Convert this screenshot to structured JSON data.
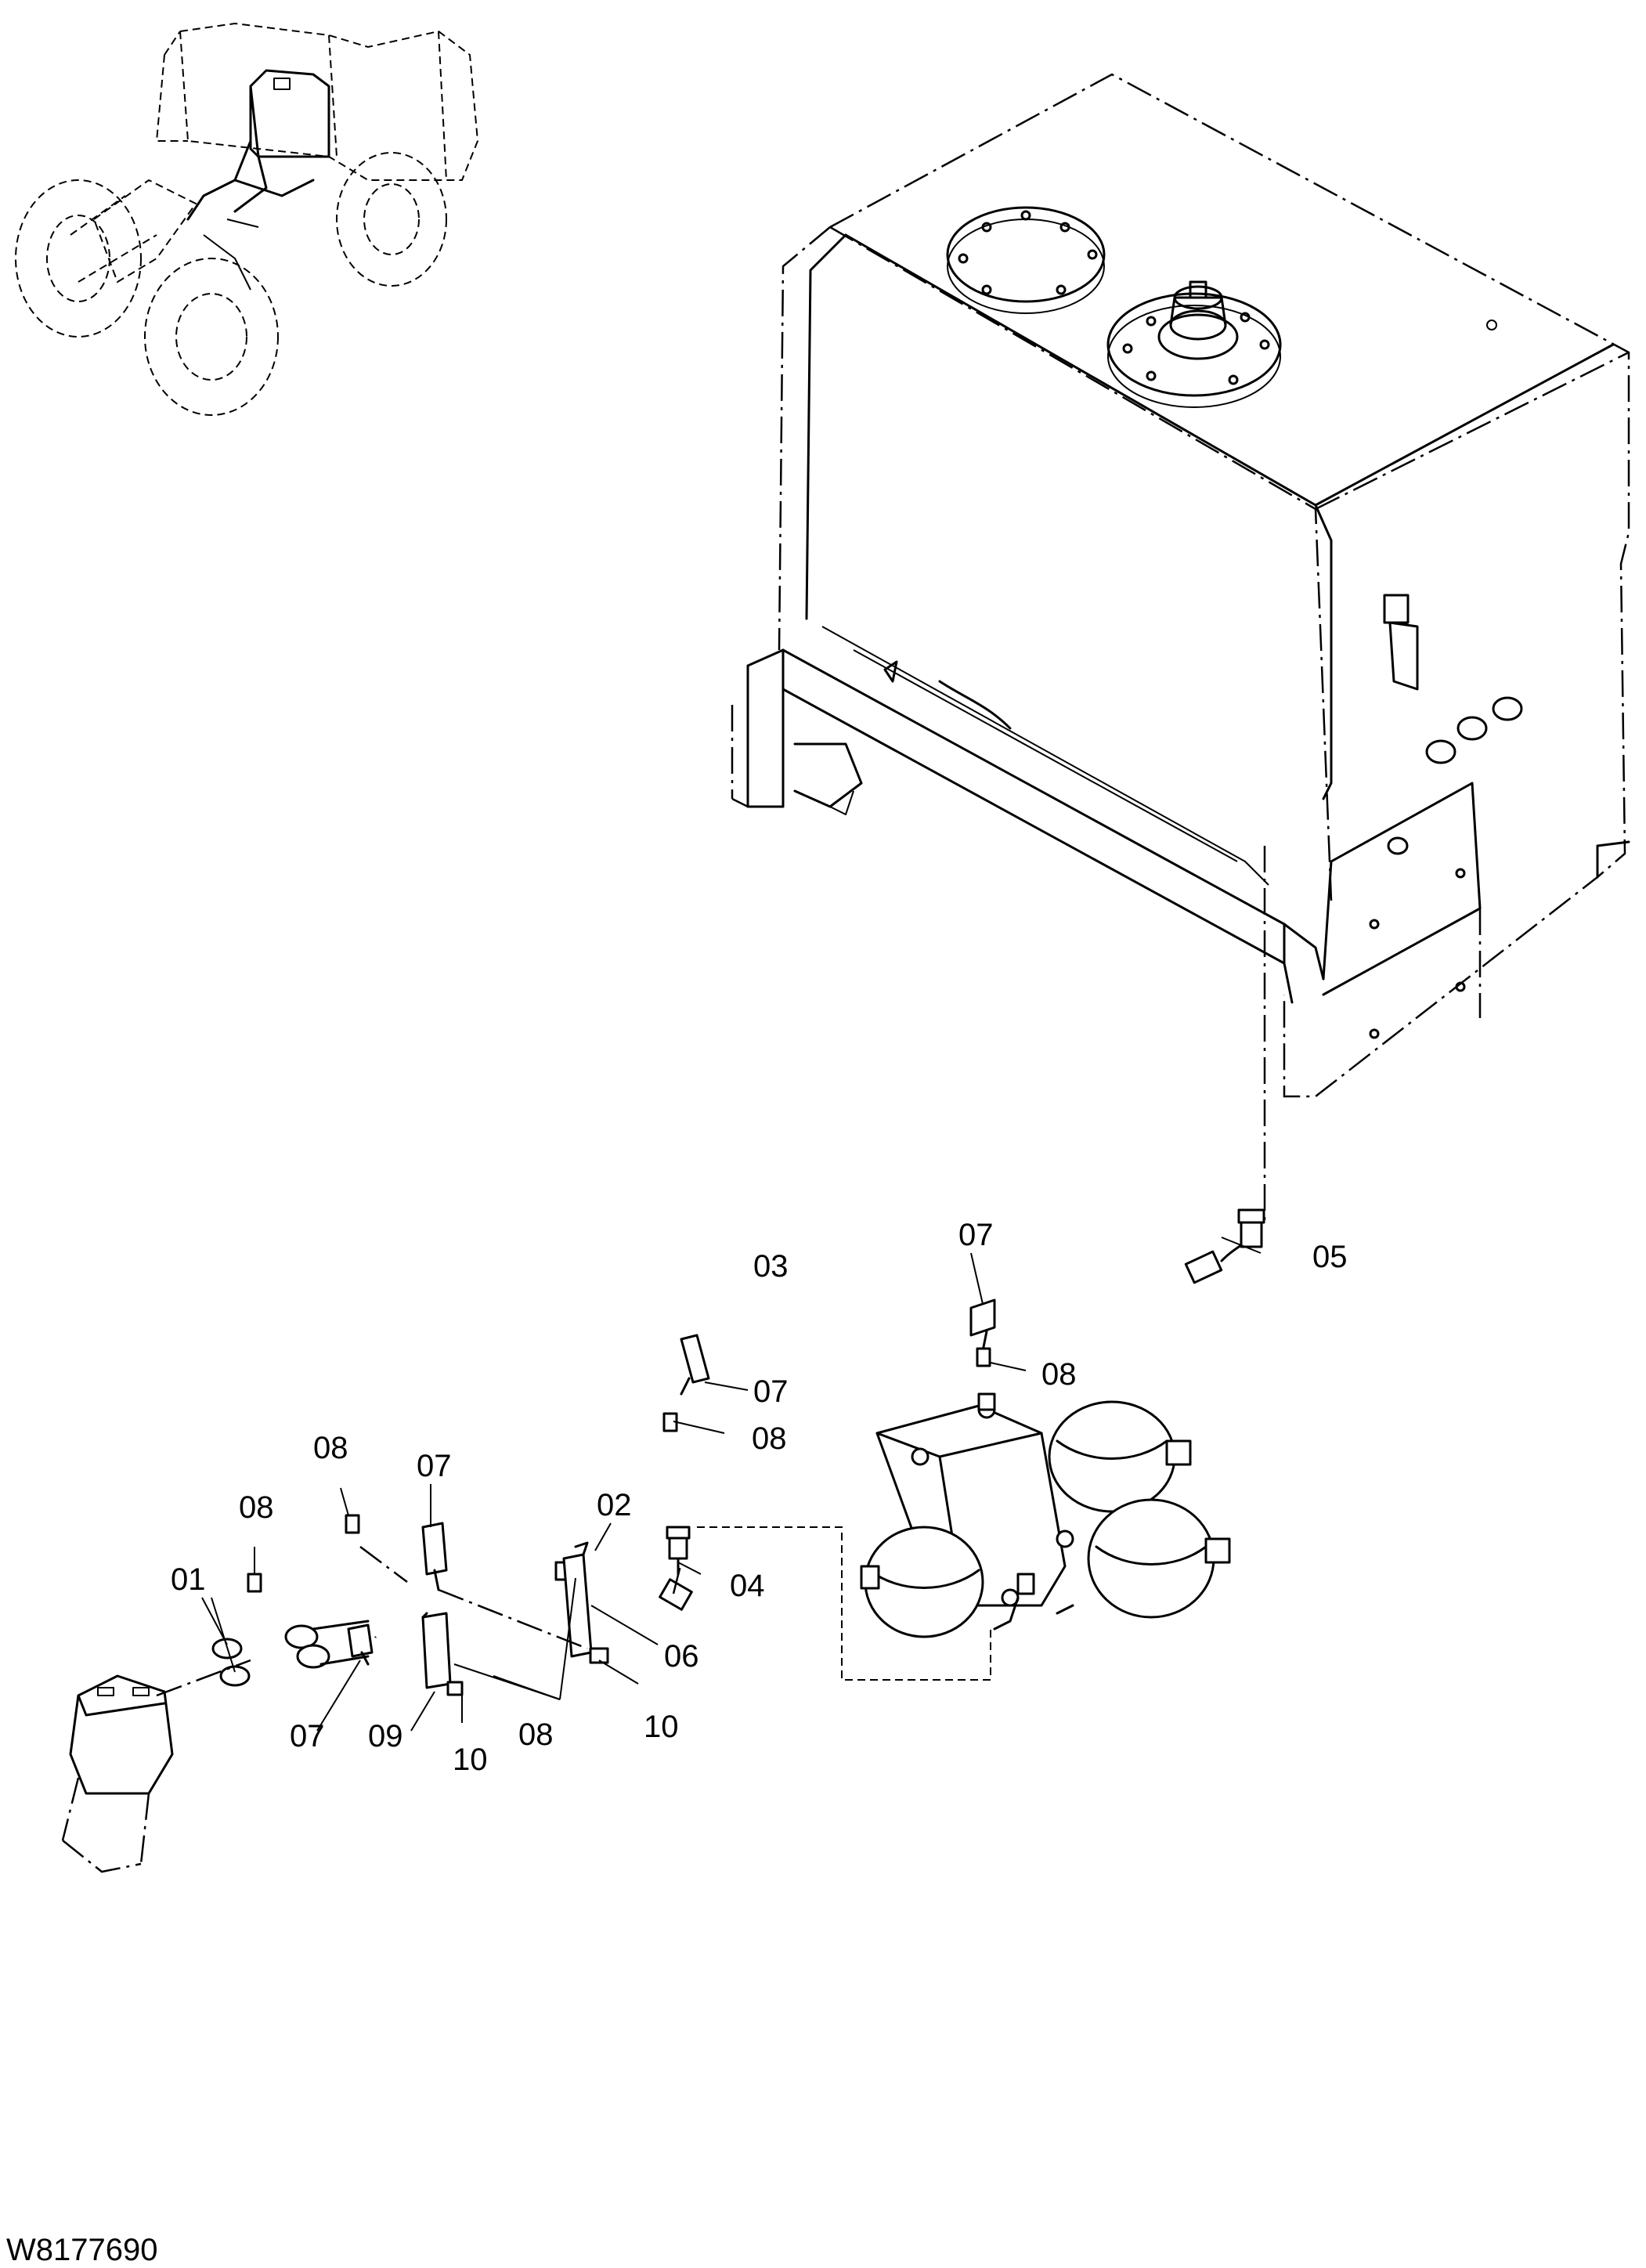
{
  "drawing_number": "W8177690",
  "callouts": [
    {
      "id": "c01",
      "text": "01"
    },
    {
      "id": "c02",
      "text": "02"
    },
    {
      "id": "c03",
      "text": "03"
    },
    {
      "id": "c04",
      "text": "04"
    },
    {
      "id": "c05",
      "text": "05"
    },
    {
      "id": "c06",
      "text": "06"
    },
    {
      "id": "c07a",
      "text": "07"
    },
    {
      "id": "c07b",
      "text": "07"
    },
    {
      "id": "c07c",
      "text": "07"
    },
    {
      "id": "c07d",
      "text": "07"
    },
    {
      "id": "c08a",
      "text": "08"
    },
    {
      "id": "c08b",
      "text": "08"
    },
    {
      "id": "c08c",
      "text": "08"
    },
    {
      "id": "c08d",
      "text": "08"
    },
    {
      "id": "c08e",
      "text": "08"
    },
    {
      "id": "c09",
      "text": "09"
    },
    {
      "id": "c10a",
      "text": "10"
    },
    {
      "id": "c10b",
      "text": "10"
    }
  ]
}
